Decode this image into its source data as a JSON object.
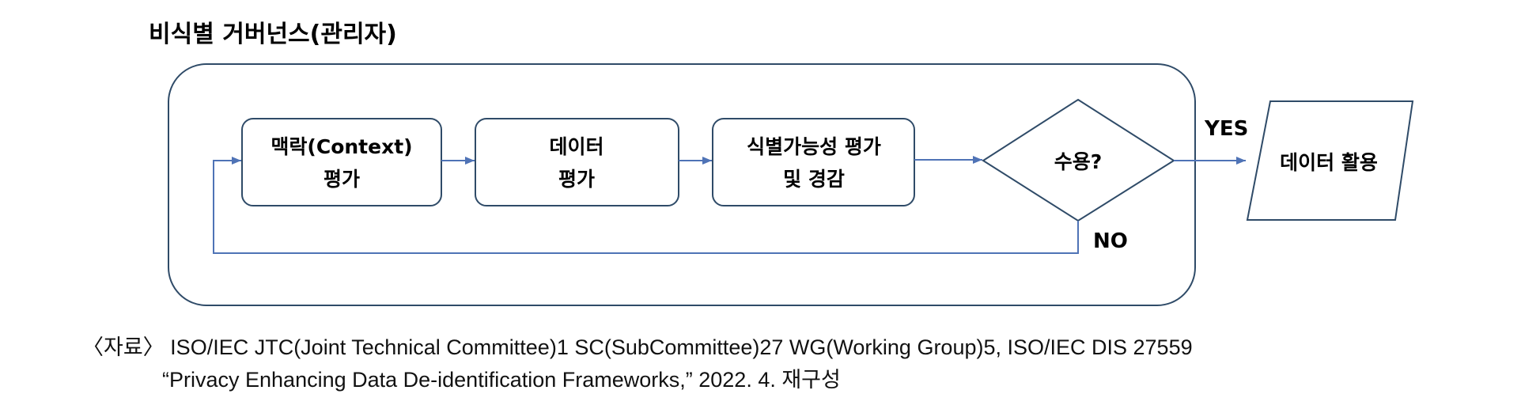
{
  "diagram": {
    "title": "비식별 거버넌스(관리자)",
    "steps": [
      {
        "line1": "맥락(Context)",
        "line2": "평가"
      },
      {
        "line1": "데이터",
        "line2": "평가"
      },
      {
        "line1": "식별가능성 평가",
        "line2": "및 경감"
      }
    ],
    "decision": "수용?",
    "yes_label": "YES",
    "no_label": "NO",
    "output": "데이터 활용"
  },
  "source": {
    "line1": "〈자료〉 ISO/IEC JTC(Joint Technical Committee)1 SC(SubCommittee)27 WG(Working Group)5, ISO/IEC DIS 27559",
    "line2": "“Privacy Enhancing Data De-identification Frameworks,” 2022. 4. 재구성"
  },
  "colors": {
    "arrow": "#4f73b6",
    "box_border": "#2f4b68",
    "text": "#000000"
  }
}
